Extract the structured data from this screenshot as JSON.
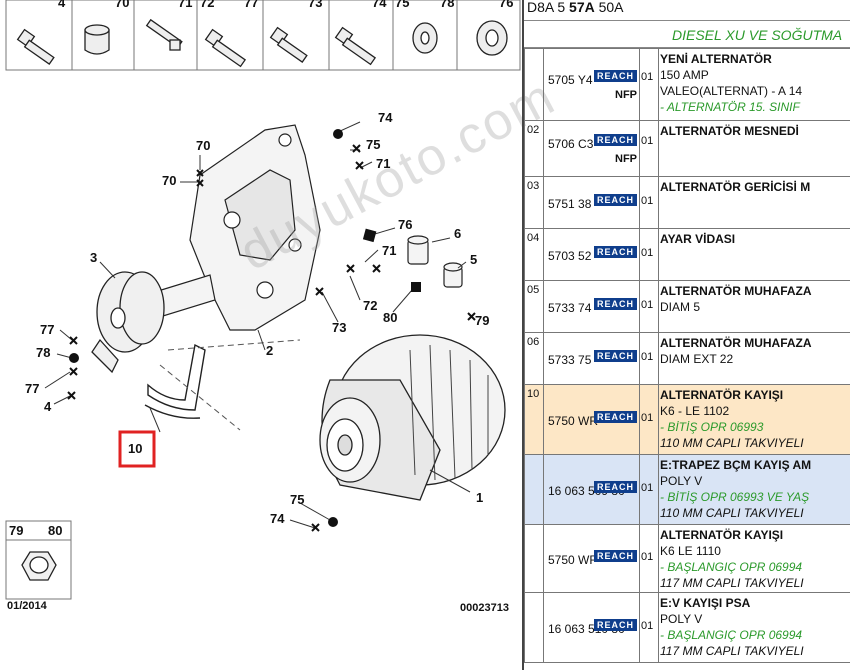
{
  "diagram": {
    "thumbs": [
      "4",
      "70",
      "71",
      "72",
      "77",
      "73",
      "74",
      "75",
      "78",
      "76"
    ],
    "callouts": [
      "74",
      "70",
      "75",
      "71",
      "70",
      "76",
      "6",
      "3",
      "71",
      "5",
      "80",
      "72",
      "79",
      "73",
      "77",
      "78",
      "2",
      "77",
      "4",
      "10",
      "75",
      "74",
      "1",
      "79",
      "80"
    ],
    "date_code": "01/2014",
    "drawing_id": "00023713",
    "watermark": "duyukoto.com"
  },
  "parts": {
    "header_prefix": "D8A 5",
    "header_bold": "57A",
    "header_suffix": "50A",
    "section_title": "DIESEL XU VE SOĞUTMA",
    "reach_label": "REACH",
    "nfp_label": "NFP",
    "rows": [
      {
        "idx": "",
        "ref": "5705 Y4",
        "qty": "01",
        "nfp": true,
        "hl": "",
        "lines": [
          {
            "c": "t",
            "text": "YENİ ALTERNATÖR"
          },
          {
            "c": "",
            "text": "150 AMP"
          },
          {
            "c": "",
            "text": "VALEO(ALTERNAT) - A 14"
          },
          {
            "c": "g",
            "text": "- ALTERNATÖR 15. SINIF"
          }
        ]
      },
      {
        "idx": "02",
        "ref": "5706 C3",
        "qty": "01",
        "nfp": true,
        "hl": "",
        "lines": [
          {
            "c": "t",
            "text": "ALTERNATÖR MESNEDİ"
          }
        ]
      },
      {
        "idx": "03",
        "ref": "5751 38",
        "qty": "01",
        "nfp": false,
        "hl": "",
        "lines": [
          {
            "c": "t",
            "text": "ALTERNATÖR GERİCİSİ M"
          }
        ]
      },
      {
        "idx": "04",
        "ref": "5703 52",
        "qty": "01",
        "nfp": false,
        "hl": "",
        "lines": [
          {
            "c": "t",
            "text": "AYAR VİDASI"
          }
        ]
      },
      {
        "idx": "05",
        "ref": "5733 74",
        "qty": "01",
        "nfp": false,
        "hl": "",
        "lines": [
          {
            "c": "t",
            "text": "ALTERNATÖR MUHAFAZA"
          },
          {
            "c": "",
            "text": "DIAM 5"
          }
        ]
      },
      {
        "idx": "06",
        "ref": "5733 75",
        "qty": "01",
        "nfp": false,
        "hl": "",
        "lines": [
          {
            "c": "t",
            "text": "ALTERNATÖR MUHAFAZA"
          },
          {
            "c": "",
            "text": "DIAM EXT 22"
          }
        ]
      },
      {
        "idx": "10",
        "ref": "5750 WR",
        "qty": "01",
        "nfp": false,
        "hl": "orange",
        "lines": [
          {
            "c": "t",
            "text": "ALTERNATÖR KAYIŞI"
          },
          {
            "c": "",
            "text": "K6 - LE 1102"
          },
          {
            "c": "g",
            "text": "- BİTİŞ OPR 06993"
          },
          {
            "c": "i",
            "text": "110 MM CAPLI TAKVIYELI"
          }
        ]
      },
      {
        "idx": "",
        "ref": "16 063 509 80",
        "qty": "01",
        "nfp": false,
        "hl": "blue",
        "lines": [
          {
            "c": "t",
            "text": "E:TRAPEZ BÇM KAYIŞ AM"
          },
          {
            "c": "",
            "text": "POLY V"
          },
          {
            "c": "g",
            "text": "- BİTİŞ OPR 06993 VE YAŞ"
          },
          {
            "c": "i",
            "text": "110 MM CAPLI TAKVIYELI"
          }
        ]
      },
      {
        "idx": "",
        "ref": "5750 WF",
        "qty": "01",
        "nfp": false,
        "hl": "",
        "lines": [
          {
            "c": "t",
            "text": "ALTERNATÖR KAYIŞI"
          },
          {
            "c": "",
            "text": "K6 LE 1110"
          },
          {
            "c": "g",
            "text": "- BAŞLANGIÇ OPR 06994"
          },
          {
            "c": "i",
            "text": "117 MM CAPLI TAKVIYELI"
          }
        ]
      },
      {
        "idx": "",
        "ref": "16 063 510 80",
        "qty": "01",
        "nfp": false,
        "hl": "",
        "lines": [
          {
            "c": "t",
            "text": "E:V KAYIŞI PSA"
          },
          {
            "c": "",
            "text": "POLY V"
          },
          {
            "c": "g",
            "text": "- BAŞLANGIÇ OPR 06994"
          },
          {
            "c": "i",
            "text": "117 MM CAPLI TAKVIYELI"
          }
        ]
      }
    ]
  }
}
